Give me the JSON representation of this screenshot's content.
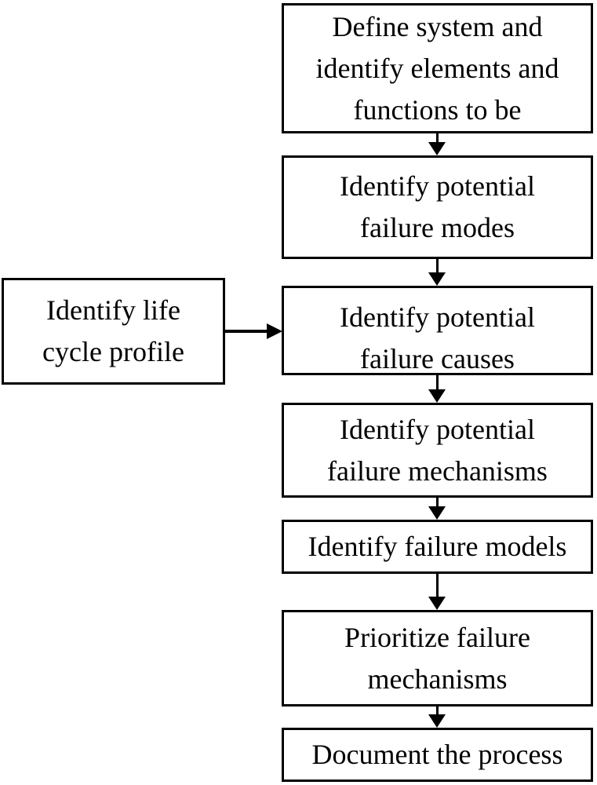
{
  "flowchart": {
    "colors": {
      "background": "#ffffff",
      "box_border": "#000000",
      "text": "#000000",
      "arrow": "#000000"
    },
    "nodes": [
      {
        "id": "define-system",
        "lines": [
          "Define system and",
          "identify elements and",
          "functions to be"
        ]
      },
      {
        "id": "identify-failure-modes",
        "lines": [
          "Identify potential",
          "failure modes"
        ]
      },
      {
        "id": "identify-life-cycle-profile",
        "lines": [
          "Identify life",
          "cycle profile"
        ]
      },
      {
        "id": "identify-failure-causes",
        "lines": [
          "Identify potential",
          "failure causes"
        ]
      },
      {
        "id": "identify-failure-mechanisms",
        "lines": [
          "Identify potential",
          "failure mechanisms"
        ]
      },
      {
        "id": "identify-failure-models",
        "lines": [
          "Identify failure models"
        ]
      },
      {
        "id": "prioritize-failure-mechanisms",
        "lines": [
          "Prioritize failure",
          "mechanisms"
        ]
      },
      {
        "id": "document-process",
        "lines": [
          "Document the process"
        ]
      }
    ],
    "edges": [
      {
        "from": "define-system",
        "to": "identify-failure-modes",
        "direction": "down"
      },
      {
        "from": "identify-failure-modes",
        "to": "identify-failure-causes",
        "direction": "down"
      },
      {
        "from": "identify-life-cycle-profile",
        "to": "identify-failure-causes",
        "direction": "right"
      },
      {
        "from": "identify-failure-causes",
        "to": "identify-failure-mechanisms",
        "direction": "down"
      },
      {
        "from": "identify-failure-mechanisms",
        "to": "identify-failure-models",
        "direction": "down"
      },
      {
        "from": "identify-failure-models",
        "to": "prioritize-failure-mechanisms",
        "direction": "down"
      },
      {
        "from": "prioritize-failure-mechanisms",
        "to": "document-process",
        "direction": "down"
      }
    ]
  }
}
